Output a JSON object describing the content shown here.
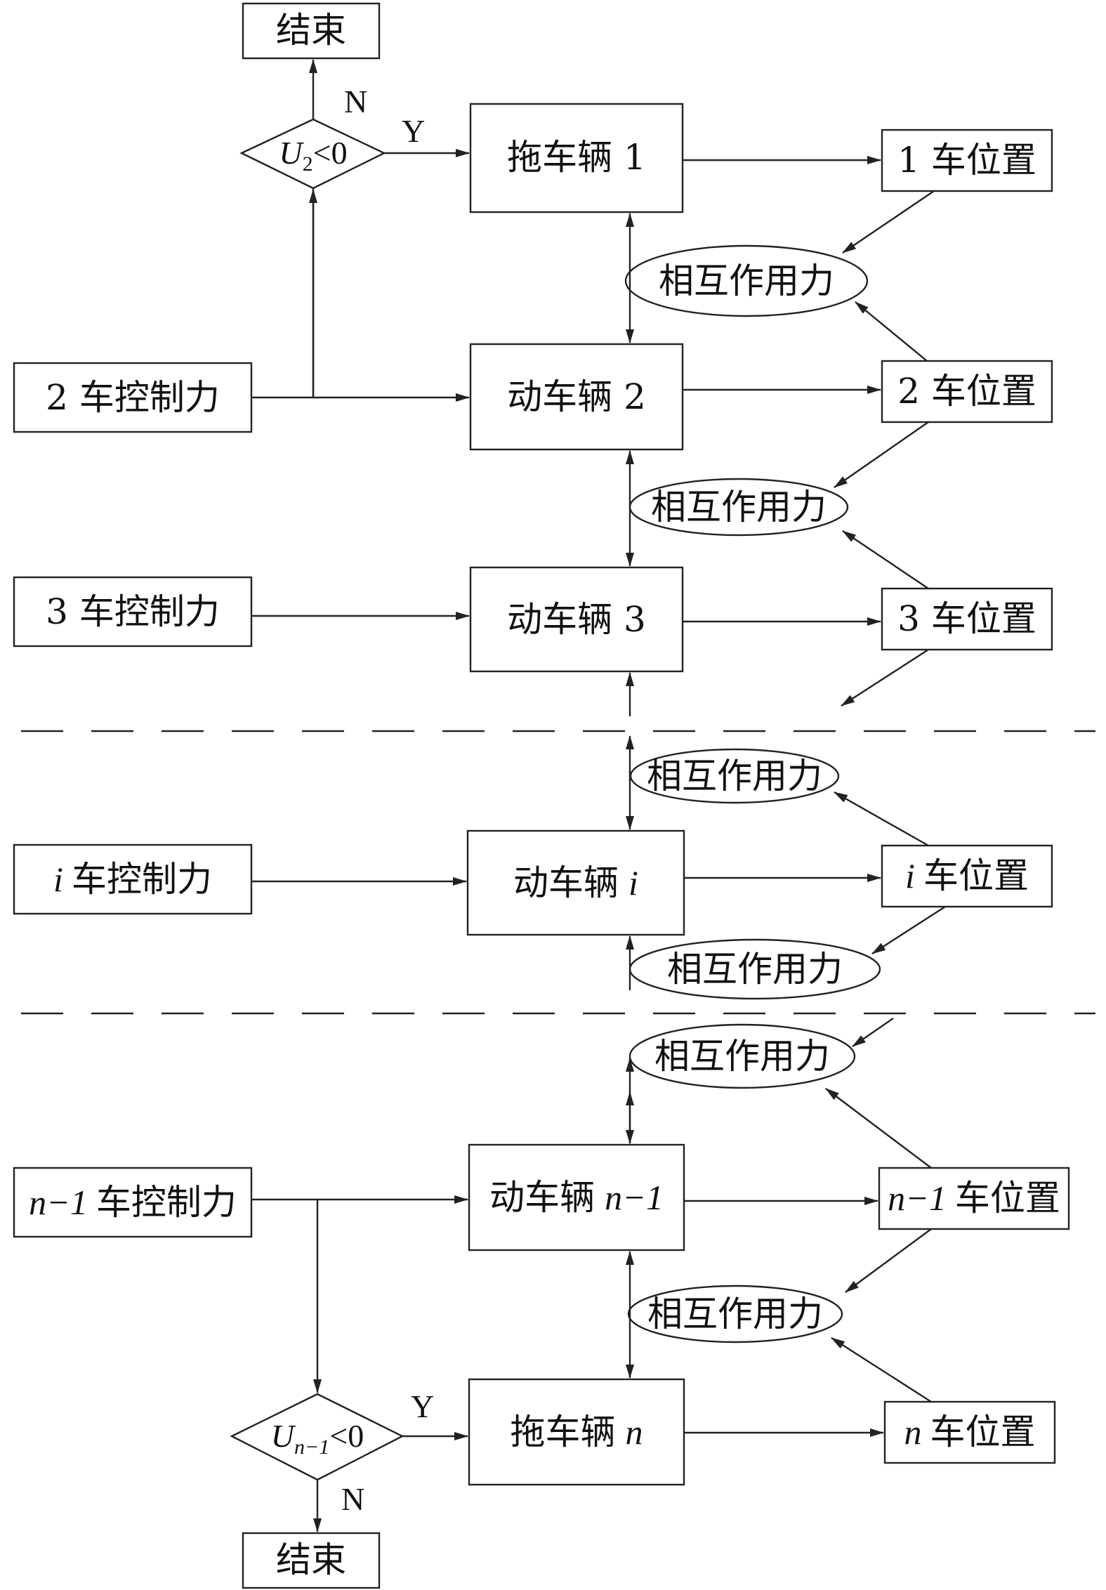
{
  "end": "结束",
  "yes": "Y",
  "no": "N",
  "lt_zero": "<0",
  "u": "U",
  "sub2": "2",
  "subn1": "n−1",
  "interaction": "相互作用力",
  "tow1": "拖车辆 1",
  "motor2": "动车辆 2",
  "motor3": "动车辆 3",
  "motori_prefix": "动车辆",
  "motori_var": "i",
  "motorn1_prefix": "动车辆",
  "motorn1_var": "n−1",
  "town_prefix": "拖车辆",
  "town_var": "n",
  "ctrl2": "2 车控制力",
  "ctrl3": "3 车控制力",
  "ctrli_var": "i",
  "ctrli_suffix": "车控制力",
  "ctrln1_var": "n−1",
  "ctrln1_suffix": "车控制力",
  "pos1": "1 车位置",
  "pos2": "2 车位置",
  "pos3": "3 车位置",
  "posi_var": "i",
  "posi_suffix": "车位置",
  "posn1_var": "n−1",
  "posn1_suffix": "车位置",
  "posn_var": "n",
  "posn_suffix": "车位置"
}
